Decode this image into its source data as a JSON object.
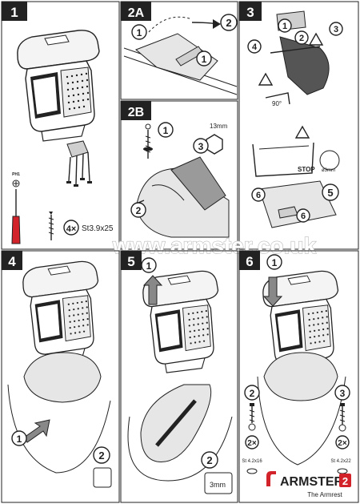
{
  "panels": [
    {
      "id": "1",
      "label": "1"
    },
    {
      "id": "2a",
      "label": "2A"
    },
    {
      "id": "2b",
      "label": "2B"
    },
    {
      "id": "3",
      "label": "3"
    },
    {
      "id": "4",
      "label": "4"
    },
    {
      "id": "5",
      "label": "5"
    },
    {
      "id": "6",
      "label": "6"
    }
  ],
  "panel1": {
    "tool_label": "PH1",
    "screw_count": "4×",
    "screw_spec": "St3.9x25"
  },
  "panel2a": {
    "step_a": "1",
    "step_b": "2",
    "step_c": "1"
  },
  "panel2b": {
    "step_a": "1",
    "step_b": "2",
    "step_c": "3",
    "measure": "13mm"
  },
  "panel3": {
    "steps": [
      "1",
      "2",
      "3",
      "4",
      "5",
      "6",
      "6"
    ],
    "angle": "90°",
    "stop": "STOP",
    "diameter": "ø3mm"
  },
  "panel4": {
    "step_a": "1",
    "step_b": "2"
  },
  "panel5": {
    "step_a": "1",
    "step_b": "2",
    "drill": "3mm"
  },
  "panel6": {
    "step_a": "1",
    "step_b": "2",
    "step_c": "3",
    "count_left": "2×",
    "count_right": "2×",
    "spec_left": "St 4.2x16",
    "spec_right": "St 4.2x22"
  },
  "watermark": "www.armster.co.uk",
  "brand": {
    "name": "ARMSTER",
    "badge": "2",
    "tagline": "The Armrest",
    "accent": "#d2232a"
  }
}
